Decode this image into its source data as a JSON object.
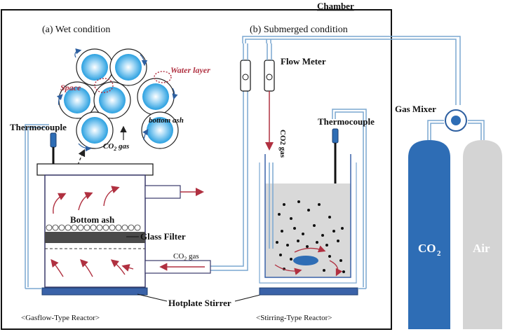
{
  "labels": {
    "chamber": "Chamber",
    "wet_condition": "(a) Wet condition",
    "submerged_condition": "(b) Submerged condition",
    "flow_meter": "Flow Meter",
    "gas_mixer": "Gas Mixer",
    "thermocouple_left": "Thermocouple",
    "thermocouple_right": "Thermocouple",
    "water_layer": "Water layer",
    "space": "Space",
    "bottom_ash_particle": "bottom ash",
    "co2_gas_up": "CO",
    "co2_gas_up_sub": "2",
    "co2_gas_up_suffix": " gas",
    "bottom_ash": "Bottom ash",
    "glass_filter": "Glass Filter",
    "co2_gas_inlet": "CO",
    "co2_gas_inlet_sub": "2",
    "co2_gas_inlet_suffix": " gas",
    "co2_gas_vertical": "CO2 gas",
    "hotplate_stirrer": "Hotplate Stirrer",
    "gasflow_reactor": "<Gasflow-Type Reactor>",
    "stirring_reactor": "<Stirring-Type Reactor>",
    "co2_cylinder": "CO",
    "co2_cylinder_sub": "2",
    "air_cylinder": "Air"
  },
  "colors": {
    "co2_cylinder": "#2e6db5",
    "air_cylinder": "#d4d4d4",
    "pipe": "#7aa7d1",
    "arrow_red": "#b03040",
    "water_blue": "#2aa0e0",
    "hotplate": "#3a62a8",
    "filter_dark": "#4a4a4a"
  }
}
